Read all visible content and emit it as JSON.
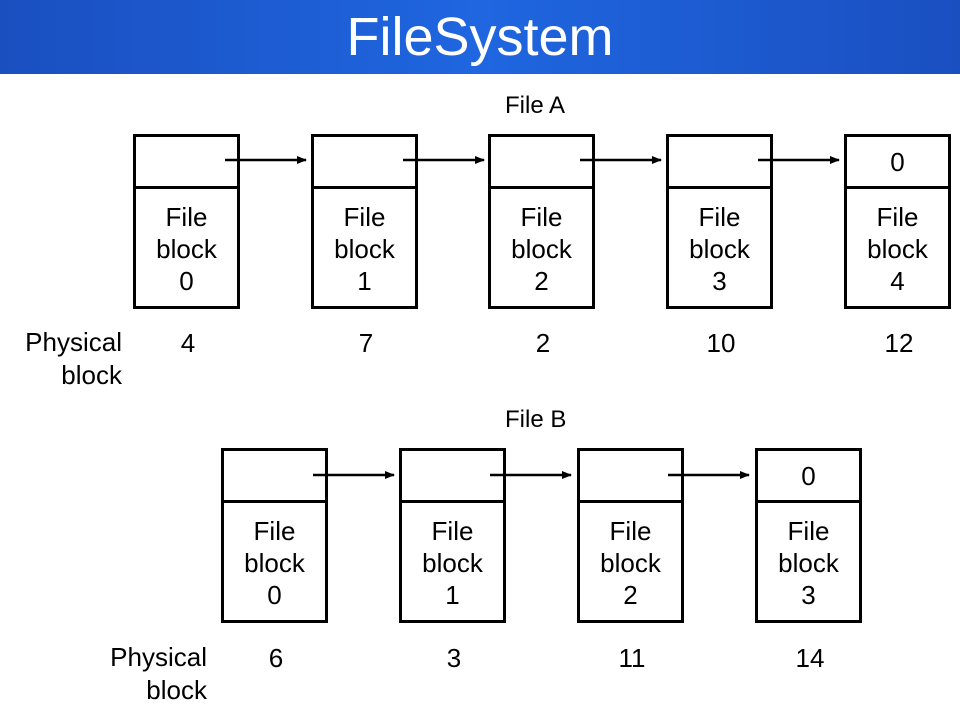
{
  "header": {
    "title": "FileSystem"
  },
  "physical_label": [
    "Physical",
    "block"
  ],
  "file_a": {
    "title": "File A",
    "blocks": [
      {
        "line1": "File",
        "line2": "block",
        "index": "0",
        "physical": "4"
      },
      {
        "line1": "File",
        "line2": "block",
        "index": "1",
        "physical": "7"
      },
      {
        "line1": "File",
        "line2": "block",
        "index": "2",
        "physical": "2"
      },
      {
        "line1": "File",
        "line2": "block",
        "index": "3",
        "physical": "10"
      },
      {
        "line1": "File",
        "line2": "block",
        "index": "4",
        "physical": "12",
        "pointer": "0"
      }
    ]
  },
  "file_b": {
    "title": "File B",
    "blocks": [
      {
        "line1": "File",
        "line2": "block",
        "index": "0",
        "physical": "6"
      },
      {
        "line1": "File",
        "line2": "block",
        "index": "1",
        "physical": "3"
      },
      {
        "line1": "File",
        "line2": "block",
        "index": "2",
        "physical": "11"
      },
      {
        "line1": "File",
        "line2": "block",
        "index": "3",
        "physical": "14",
        "pointer": "0"
      }
    ]
  }
}
